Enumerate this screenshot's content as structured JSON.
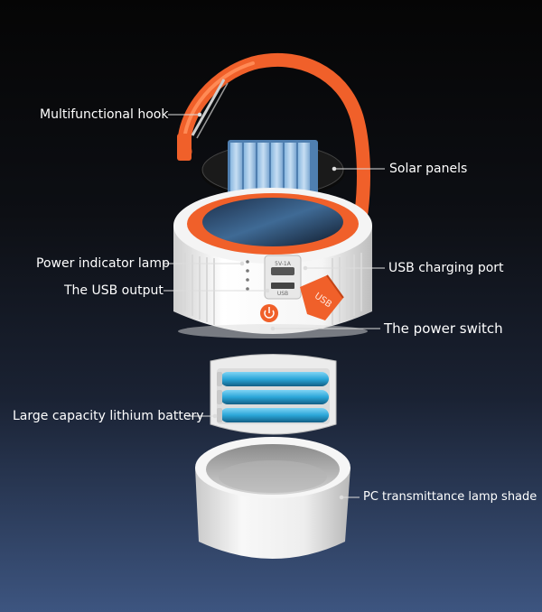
{
  "labels": {
    "hook": "Multifunctional hook",
    "solar": "Solar panels",
    "indicator": "Power indicator lamp",
    "usb_charging": "USB charging port",
    "usb_output": "The USB output",
    "power_switch": "The power switch",
    "battery": "Large capacity lithium battery",
    "lampshade": "PC transmittance lamp shade"
  },
  "port_labels": {
    "top_port": "5V-1A",
    "bottom_port": "USB",
    "cover": "USB"
  },
  "colors": {
    "accent": "#f0602a",
    "battery": "#2aa6d8",
    "body": "#f2f2f2"
  }
}
